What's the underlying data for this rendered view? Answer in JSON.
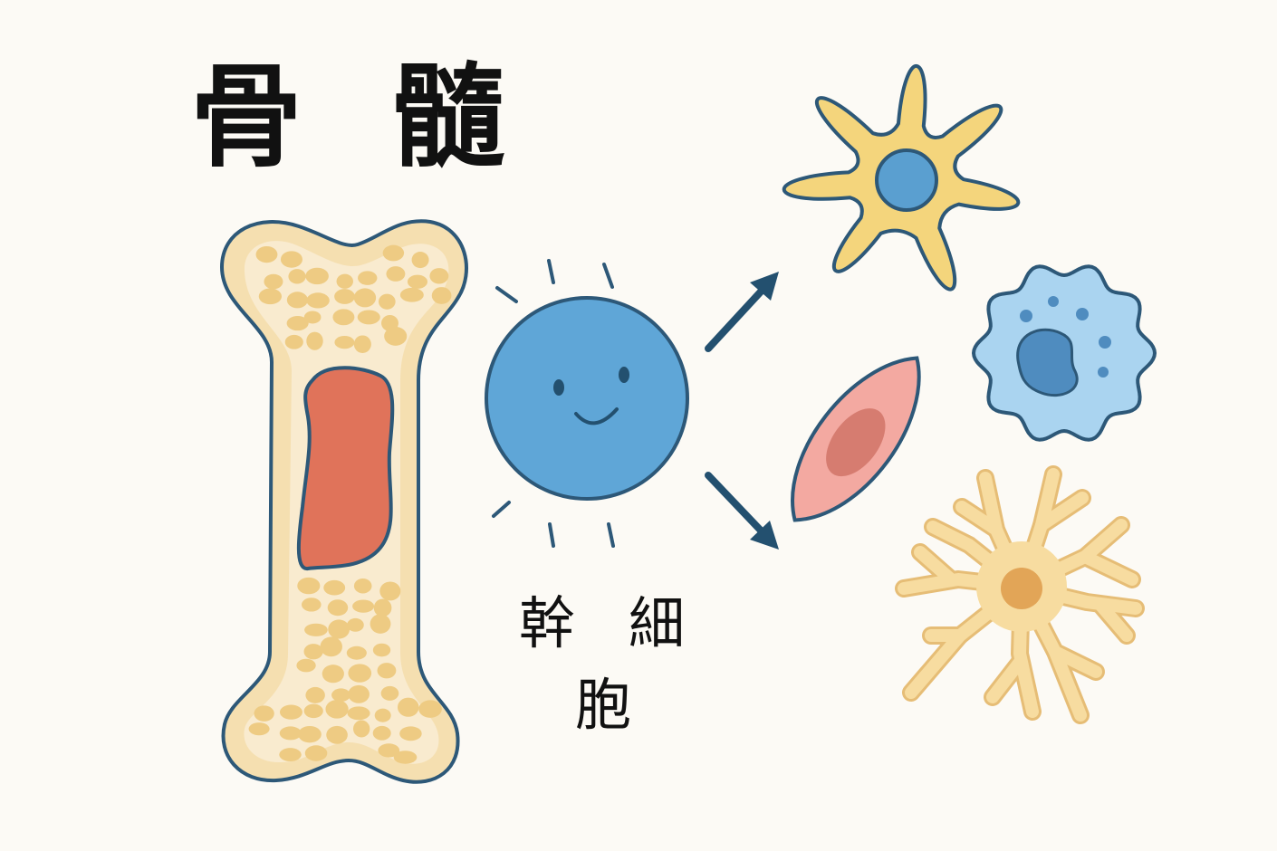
{
  "title": {
    "chars": [
      "骨",
      "髓"
    ]
  },
  "stem_cell": {
    "label_chars": [
      "幹",
      "細",
      "胞"
    ]
  },
  "colors": {
    "background": "#fcfaf5",
    "outline": "#2d5878",
    "bone": "#f5dfb0",
    "bone_inner": "#f9ebcf",
    "bone_dots": "#eecb83",
    "marrow": "#e0735a",
    "stem_cell": "#5fa6d7",
    "arrow": "#23506f",
    "star_cell": "#f4d57c",
    "star_nucleus": "#5a9fd0",
    "spindle_cell": "#f3a9a1",
    "spindle_nucleus": "#d67c70",
    "blue_cell": "#aad4f0",
    "blue_nucleus": "#4f8cbf",
    "neuron": "#f7dca0",
    "neuron_outline": "#e6bd76",
    "neuron_nucleus": "#e2a557"
  }
}
